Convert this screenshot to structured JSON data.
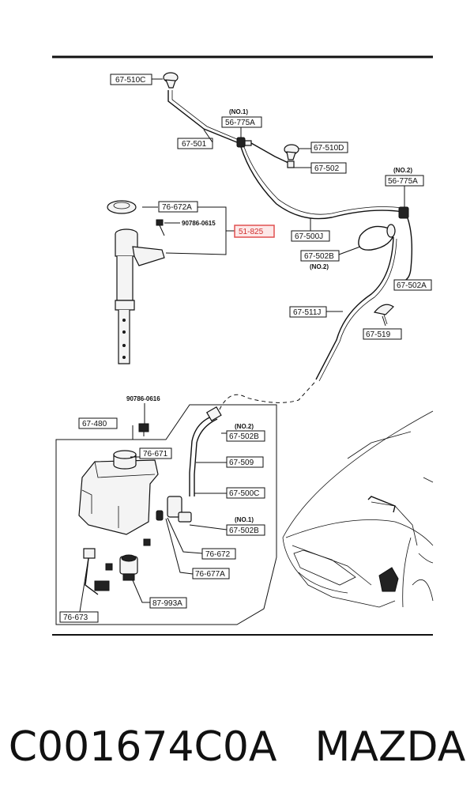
{
  "labels": {
    "l_67510C": "67-510C",
    "l_67501": "67-501",
    "l_56775A_1": "56-775A",
    "l_56775A_1_note": "(NO.1)",
    "l_67510D": "67-510D",
    "l_67502": "67-502",
    "l_56775A_2": "56-775A",
    "l_56775A_2_note": "(NO.2)",
    "l_76672A": "76-672A",
    "l_90786_top": "90786-0615",
    "l_51825": "51-825",
    "l_67500J": "67-500J",
    "l_67502B_top": "67-502B",
    "l_67502B_top_note": "(NO.2)",
    "l_67502A": "67-502A",
    "l_67511J": "67-511J",
    "l_67519": "67-519",
    "l_90786_bot": "90786-0616",
    "l_67480": "67-480",
    "l_67502B_no2": "67-502B",
    "l_67502B_no2_note": "(NO.2)",
    "l_76671": "76-671",
    "l_67509": "67-509",
    "l_67500C": "67-500C",
    "l_67502B_no1": "67-502B",
    "l_67502B_no1_note": "(NO.1)",
    "l_76672": "76-672",
    "l_76677A": "76-677A",
    "l_87993A": "87-993A",
    "l_76673": "76-673"
  },
  "footer": {
    "code": "C001674C0A",
    "brand": "MAZDA"
  },
  "colors": {
    "highlight": "#e05050",
    "ink": "#111111"
  }
}
